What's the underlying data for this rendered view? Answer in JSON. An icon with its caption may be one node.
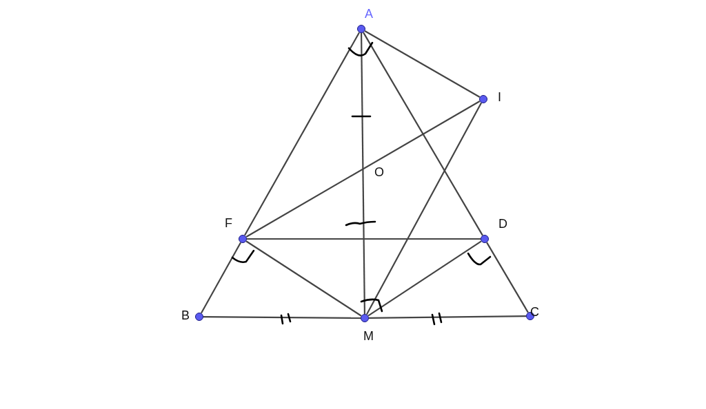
{
  "diagram": {
    "nodes": [
      {
        "text": [
          "A"
        ]
      },
      {
        "text": [
          "I"
        ]
      },
      {
        "text": [
          "F"
        ]
      },
      {
        "text": [
          "D"
        ]
      },
      {
        "text": [
          "B"
        ]
      },
      {
        "text": [
          "M"
        ]
      },
      {
        "text": [
          "C"
        ]
      }
    ],
    "edges": [
      {
        "from": 0,
        "to": 2,
        "arrow": "none"
      },
      {
        "from": 2,
        "to": 4,
        "arrow": "none"
      },
      {
        "from": 0,
        "to": 3,
        "arrow": "none"
      },
      {
        "from": 3,
        "to": 6,
        "arrow": "none"
      },
      {
        "from": 0,
        "to": 5,
        "arrow": "none"
      },
      {
        "from": 0,
        "to": 1,
        "arrow": "none"
      },
      {
        "from": 2,
        "to": 1,
        "arrow": "none"
      },
      {
        "from": 1,
        "to": 5,
        "arrow": "none"
      },
      {
        "from": 2,
        "to": 3,
        "arrow": "none"
      },
      {
        "from": 2,
        "to": 5,
        "arrow": "none"
      },
      {
        "from": 3,
        "to": 5,
        "arrow": "none"
      },
      {
        "from": 4,
        "to": 5,
        "arrow": "none"
      },
      {
        "from": 5,
        "to": 6,
        "arrow": "none"
      }
    ],
    "labels": [
      "O"
    ]
  }
}
